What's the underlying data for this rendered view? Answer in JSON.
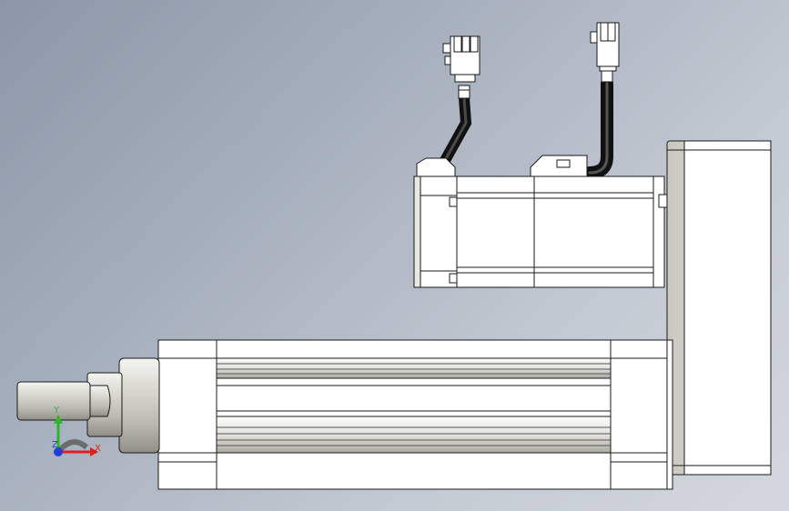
{
  "view": {
    "background_top": "#8c96a6",
    "background_bottom": "#d3d7dd",
    "part_stroke": "#1a1a1a",
    "part_fill": "#ffffff",
    "cable_color": "#1c1c1c"
  },
  "triad": {
    "x_label": "X",
    "y_label": "Y",
    "z_label": "Z",
    "x_color": "#e0201c",
    "y_color": "#2db52d",
    "z_color": "#1f3fd6"
  }
}
